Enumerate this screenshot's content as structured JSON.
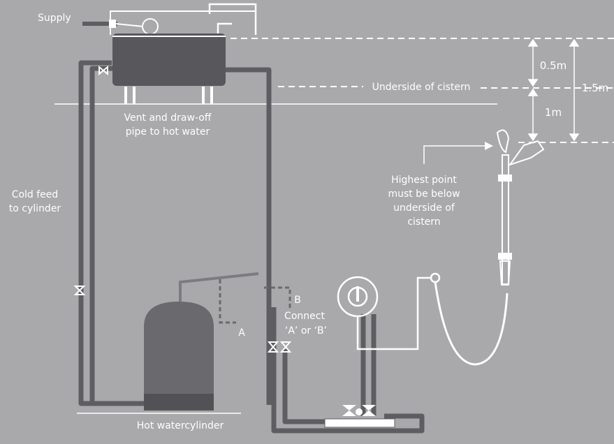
{
  "labels": {
    "supply": "Supply",
    "vent_line1": "Vent and draw-off",
    "vent_line2": "pipe to hot water",
    "underside": "Underside of cistern",
    "cold_line1": "Cold feed",
    "cold_line2": "to cylinder",
    "highest_line1": "Highest point",
    "highest_line2": "must be below",
    "highest_line3": "underside of",
    "highest_line4": "cistern",
    "b": "B",
    "connect_line1": "Connect",
    "connect_line2": "‘A’ or ‘B’",
    "a": "A",
    "cylinder": "Hot watercylinder"
  },
  "dimensions": {
    "upper": "0.5m",
    "total": "1.5m",
    "lower": "1m"
  },
  "colors": {
    "background": "#a9a9ab",
    "pipe_dark": "#5e5e62",
    "tank": "#58585c",
    "line_white": "#ffffff",
    "cylinder": "#6a6a6e"
  }
}
